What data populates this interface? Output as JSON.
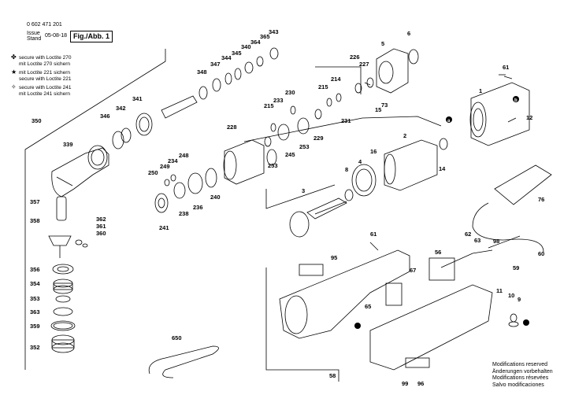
{
  "header": {
    "part_number": "0 602 471 201",
    "issue_label": "Issue",
    "stand_label": "Stand",
    "date": "05-08-18",
    "figure_label": "Fig./Abb. 1"
  },
  "legend": [
    {
      "symbol": "✤",
      "en": "secure with Loctite 270",
      "de": "mit Loctite 270 sichern"
    },
    {
      "symbol": "★",
      "en": "mit Loctite 221 sichern",
      "de": "secure with Loctite 221"
    },
    {
      "symbol": "✧",
      "en": "secure with Loctite 241",
      "de": "mit Loctite 241 sichern"
    }
  ],
  "notes": [
    "Modifications reserved",
    "Änderungen vorbehalten",
    "Modifications résevées",
    "Salvo modificaciones"
  ],
  "callouts": {
    "c1": "1",
    "c2": "2",
    "c3": "3",
    "c4": "4",
    "c5": "5",
    "c6": "6",
    "c8": "8",
    "c9": "9",
    "c10": "10",
    "c11": "11",
    "c12": "12",
    "c14": "14",
    "c15": "15",
    "c16": "16",
    "c56": "56",
    "c58": "58",
    "c59": "59",
    "c60": "60",
    "c61a": "61",
    "c61b": "61",
    "c62": "62",
    "c63": "63",
    "c65": "65",
    "c67": "67",
    "c73": "73",
    "c76": "76",
    "c95": "95",
    "c96": "96",
    "c98": "98",
    "c99": "99",
    "c214": "214",
    "c215a": "215",
    "c215b": "215",
    "c226": "226",
    "c227": "227",
    "c228": "228",
    "c229": "229",
    "c230": "230",
    "c231": "231",
    "c233": "233",
    "c234": "234",
    "c236": "236",
    "c238": "238",
    "c240": "240",
    "c241": "241",
    "c245": "245",
    "c248": "248",
    "c249": "249",
    "c250": "250",
    "c253a": "253",
    "c253b": "253",
    "c339": "339",
    "c340": "340",
    "c341": "341",
    "c342": "342",
    "c343": "343",
    "c344": "344",
    "c345": "345",
    "c346": "346",
    "c347": "347",
    "c348": "348",
    "c350": "350",
    "c352": "352",
    "c353": "353",
    "c354": "354",
    "c356": "356",
    "c357": "357",
    "c358": "358",
    "c359": "359",
    "c360": "360",
    "c361": "361",
    "c362": "362",
    "c363": "363",
    "c364": "364",
    "c365": "365",
    "c650": "650",
    "a": "a",
    "b": "b"
  }
}
